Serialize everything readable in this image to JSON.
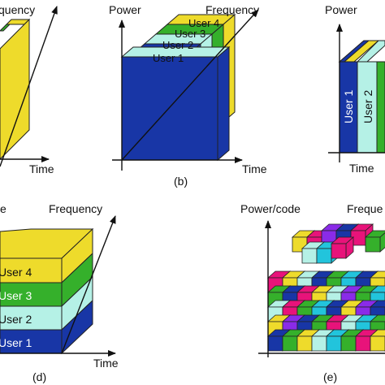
{
  "panel_a": {
    "frequency": "quency",
    "time": "Time"
  },
  "panel_b": {
    "power": "Power",
    "frequency": "Frequency",
    "time": "Time",
    "caption": "(b)",
    "users": [
      "User 4",
      "User 3",
      "User 2",
      "User 1"
    ]
  },
  "panel_c": {
    "power": "Power",
    "time": "Time",
    "users": [
      "User 1",
      "User 2"
    ]
  },
  "panel_d": {
    "power": "e",
    "frequency": "Frequency",
    "time": "Time",
    "caption": "(d)",
    "users": [
      "User 4",
      "User 3",
      "User 2",
      "User 1"
    ]
  },
  "panel_e": {
    "power": "Power/code",
    "frequency": "Freque",
    "caption": "(e)"
  },
  "colors": {
    "user1": "#1836a6",
    "user2": "#b5f1e6",
    "user3": "#35b02b",
    "user4": "#eedb2b",
    "magenta": "#e8137a",
    "purple": "#8a2be8",
    "cyan": "#22c4dc",
    "outline": "#222222"
  }
}
